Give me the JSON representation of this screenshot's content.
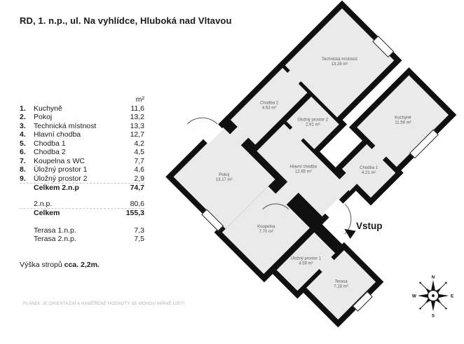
{
  "header": {
    "title": "RD, 1. n.p., ul. Na vyhlídce, Hluboká nad Vltavou"
  },
  "legend": {
    "area_unit": "m²",
    "rows": [
      {
        "num": "1.",
        "name": "Kuchyně",
        "value": "11,6"
      },
      {
        "num": "2.",
        "name": "Pokoj",
        "value": "13,2"
      },
      {
        "num": "3.",
        "name": "Technická místnost",
        "value": "13,3"
      },
      {
        "num": "4.",
        "name": "Hlavní chodba",
        "value": "12,7"
      },
      {
        "num": "5.",
        "name": "Chodba 1",
        "value": "4,2"
      },
      {
        "num": "6.",
        "name": "Chodba 2",
        "value": "4,5"
      },
      {
        "num": "7.",
        "name": "Koupelna s WC",
        "value": "7,7"
      },
      {
        "num": "8.",
        "name": "Úložný prostor 1",
        "value": "4,6"
      },
      {
        "num": "9.",
        "name": "Úložný prostor 2",
        "value": "2,9"
      }
    ],
    "subtotal": {
      "name": "Celkem 2.n.p",
      "value": "74,7"
    },
    "second_floor": {
      "name": "2.n.p.",
      "value": "80,6"
    },
    "total": {
      "name": "Celkem",
      "value": "155,3"
    },
    "terraces": [
      {
        "name": "Terasa 1.n.p.",
        "value": "7,3"
      },
      {
        "name": "Terasa 2.n.p.",
        "value": "7,5"
      }
    ],
    "ceiling_note_prefix": "Výška stropů ",
    "ceiling_note_bold": "cca. 2,2m."
  },
  "footer": "PLÁNEK JE ORIENTAČNÍ A NAMĚŘENÉ HODNOTY SE MOHOU MÍRNĚ LIŠIT!",
  "plan": {
    "entrance_label": "Vstup",
    "rooms": {
      "tech": {
        "name": "Technická místnost",
        "area": "13.28 m²"
      },
      "kuchyne": {
        "name": "Kuchyně",
        "area": "11.56 m²"
      },
      "chodba2": {
        "name": "Chodba 2",
        "area": "4.53 m²"
      },
      "ulozny2": {
        "name": "Úložný prostor 2",
        "area": "2.91 m²"
      },
      "chodba1": {
        "name": "Chodba 1",
        "area": "4.21 m²"
      },
      "hlavni": {
        "name": "Hlavní chodba",
        "area": "12.65 m²"
      },
      "pokoj": {
        "name": "Pokoj",
        "area": "13.17 m²"
      },
      "koupelna": {
        "name": "Koupelna",
        "area": "7.70 m²"
      },
      "ulozny1": {
        "name": "Úložný prostor 1",
        "area": "4.59 m²"
      },
      "terasa": {
        "name": "Terasa",
        "area": "7.28 m²"
      }
    },
    "compass": {
      "north": "N",
      "east": "E",
      "south": "S",
      "west": "W"
    }
  },
  "colors": {
    "wall": "#101010",
    "floor": "#eaeaea",
    "text_muted": "#b0b0b0"
  }
}
